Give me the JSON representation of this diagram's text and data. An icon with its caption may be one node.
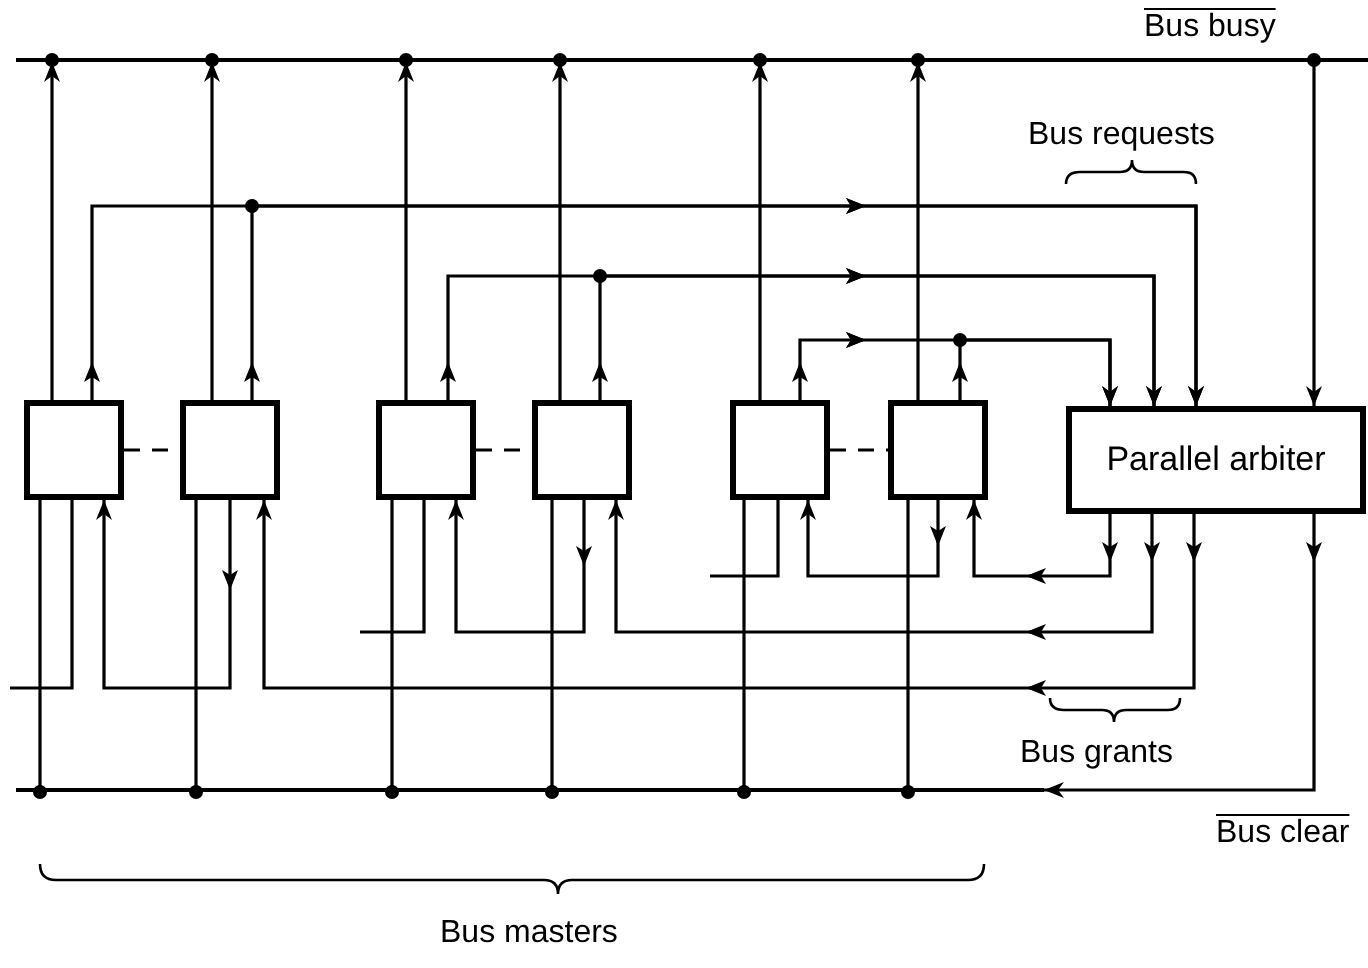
{
  "diagram": {
    "nodes": [
      {
        "text": [],
        "shape": "box"
      },
      {
        "text": [],
        "shape": "box"
      },
      {
        "text": [],
        "shape": "box"
      },
      {
        "text": [],
        "shape": "box"
      },
      {
        "text": [],
        "shape": "box"
      },
      {
        "text": [],
        "shape": "box"
      },
      {
        "text": [
          "Parallel arbiter"
        ]
      },
      {
        "text": [],
        "shape": "bar",
        "beside": [
          "Bus busy"
        ]
      },
      {
        "text": [],
        "shape": "bar"
      }
    ],
    "edges": [
      {
        "from": 0,
        "to": 7,
        "arrow": "to"
      },
      {
        "from": 1,
        "to": 7,
        "arrow": "to"
      },
      {
        "from": 2,
        "to": 7,
        "arrow": "to"
      },
      {
        "from": 3,
        "to": 7,
        "arrow": "to"
      },
      {
        "from": 4,
        "to": 7,
        "arrow": "to"
      },
      {
        "from": 5,
        "to": 7,
        "arrow": "to"
      },
      {
        "from": 7,
        "to": 6,
        "arrow": "to"
      },
      {
        "from": 0,
        "to": 6,
        "arrow": "to"
      },
      {
        "from": 1,
        "to": 6,
        "arrow": "to"
      },
      {
        "from": 2,
        "to": 6,
        "arrow": "to"
      },
      {
        "from": 3,
        "to": 6,
        "arrow": "to"
      },
      {
        "from": 4,
        "to": 6,
        "arrow": "to"
      },
      {
        "from": 5,
        "to": 6,
        "arrow": "to"
      },
      {
        "from": 6,
        "to": 5,
        "arrow": "to"
      },
      {
        "from": 5,
        "to": 4,
        "arrow": "to"
      },
      {
        "from": 4,
        "to": null,
        "arrow": "none"
      },
      {
        "from": 6,
        "to": 3,
        "arrow": "to"
      },
      {
        "from": 3,
        "to": 2,
        "arrow": "to"
      },
      {
        "from": 2,
        "to": null,
        "arrow": "none"
      },
      {
        "from": 6,
        "to": 1,
        "arrow": "to"
      },
      {
        "from": 1,
        "to": 0,
        "arrow": "to"
      },
      {
        "from": 0,
        "to": null,
        "arrow": "none"
      },
      {
        "from": 6,
        "to": 8,
        "arrow": "to"
      },
      {
        "from": 8,
        "to": 0,
        "arrow": "other"
      },
      {
        "from": 8,
        "to": 1,
        "arrow": "other"
      },
      {
        "from": 8,
        "to": 2,
        "arrow": "other"
      },
      {
        "from": 8,
        "to": 3,
        "arrow": "other"
      },
      {
        "from": 8,
        "to": 4,
        "arrow": "other"
      },
      {
        "from": 8,
        "to": 5,
        "arrow": "other"
      },
      {
        "from": 0,
        "to": 1,
        "arrow": "none",
        "style": "dashed"
      },
      {
        "from": 2,
        "to": 3,
        "arrow": "none",
        "style": "dashed"
      },
      {
        "from": 4,
        "to": 5,
        "arrow": "none",
        "style": "dashed"
      }
    ],
    "labels": [
      "Bus requests",
      "Bus grants",
      "Bus clear",
      "Bus masters"
    ]
  }
}
